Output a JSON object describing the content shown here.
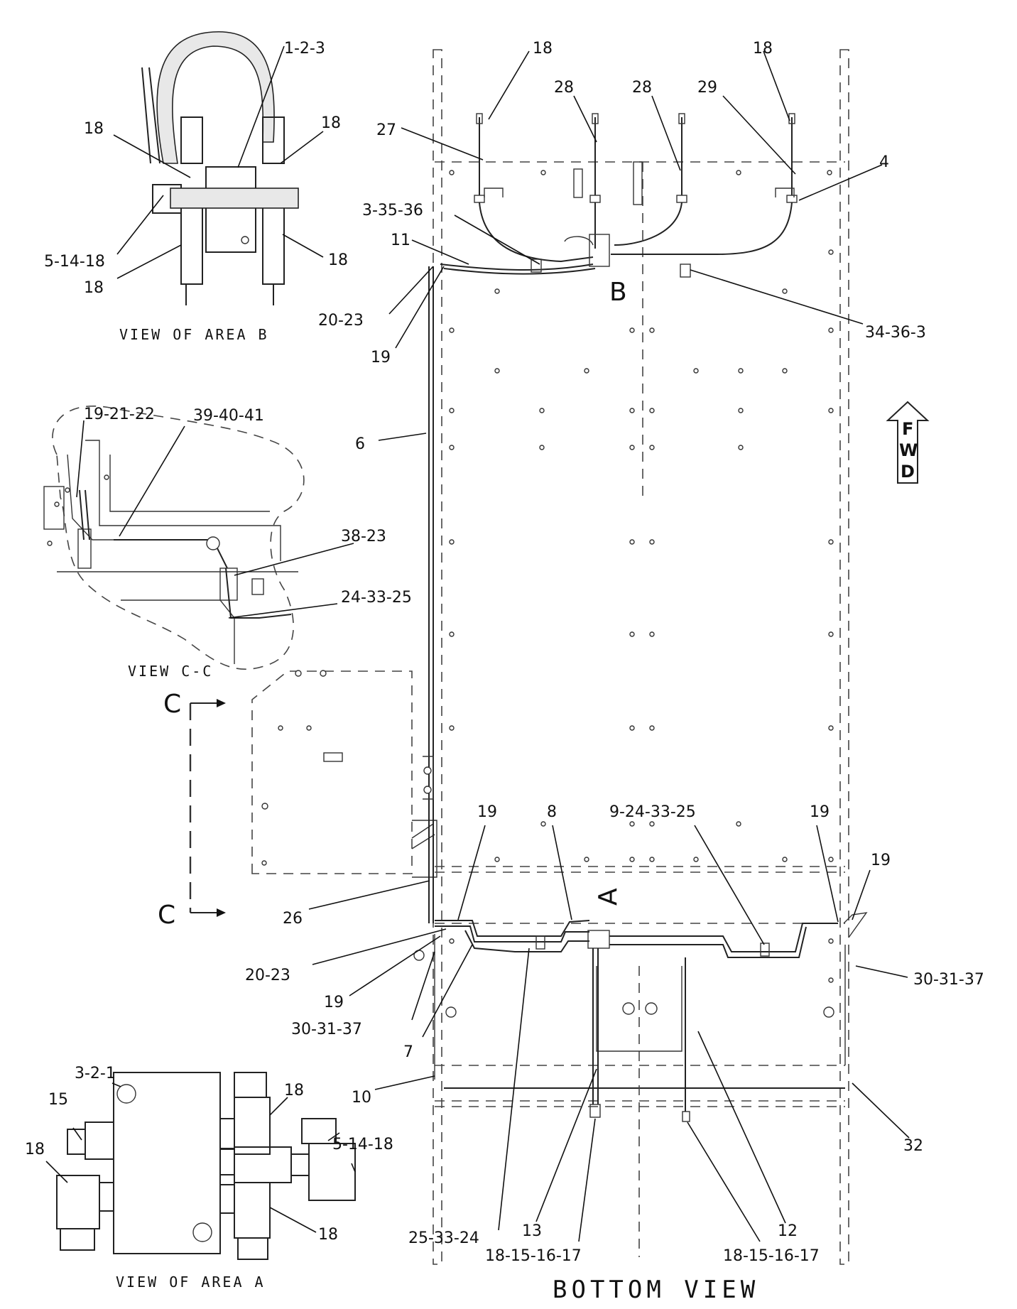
{
  "titles": {
    "bottom_view": "BOTTOM VIEW",
    "view_area_b": "VIEW OF AREA B",
    "view_area_a": "VIEW OF AREA A",
    "view_c_c": "VIEW C-C"
  },
  "markers": {
    "b": "B",
    "a": "A",
    "section_c": "C",
    "fwd": [
      "F",
      "W",
      "D"
    ]
  },
  "callouts": {
    "area_b": [
      "1-2-3",
      "18",
      "18",
      "5-14-18",
      "18",
      "18"
    ],
    "view_cc": [
      "19-21-22",
      "39-40-41",
      "38-23",
      "24-33-25"
    ],
    "area_a": [
      "3-2-1",
      "15",
      "18",
      "18",
      "5-14-18",
      "18"
    ],
    "bottom_top": [
      "18",
      "28",
      "28",
      "29",
      "18",
      "27",
      "3-35-36",
      "11",
      "4",
      "20-23",
      "19",
      "34-36-3",
      "6"
    ],
    "bottom_lower": [
      "19",
      "8",
      "9-24-33-25",
      "19",
      "19",
      "26",
      "20-23",
      "19",
      "30-31-37",
      "30-31-37",
      "7",
      "10",
      "32",
      "13",
      "12",
      "25-33-24",
      "18-15-16-17",
      "18-15-16-17"
    ]
  }
}
